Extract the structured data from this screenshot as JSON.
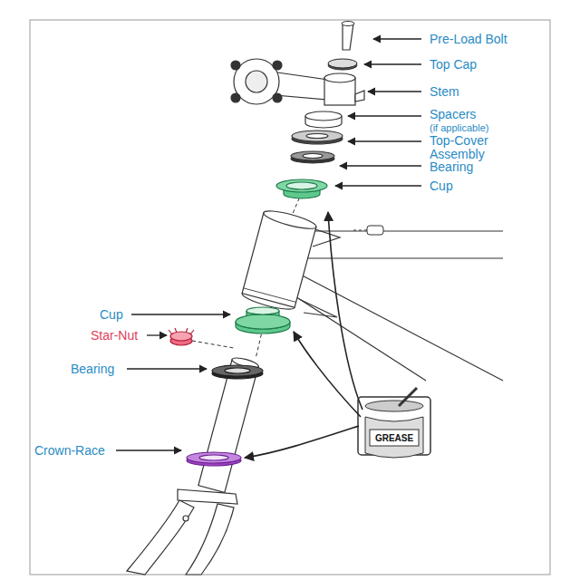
{
  "diagram": {
    "labels": [
      "Pre-Load Bolt",
      "Top Cap",
      "Stem",
      "Spacers",
      "(if applicable)",
      "Top-Cover Assembly",
      "Bearing",
      "Cup",
      "Cup",
      "Star-Nut",
      "Bearing",
      "Crown-Race",
      "GREASE"
    ]
  }
}
